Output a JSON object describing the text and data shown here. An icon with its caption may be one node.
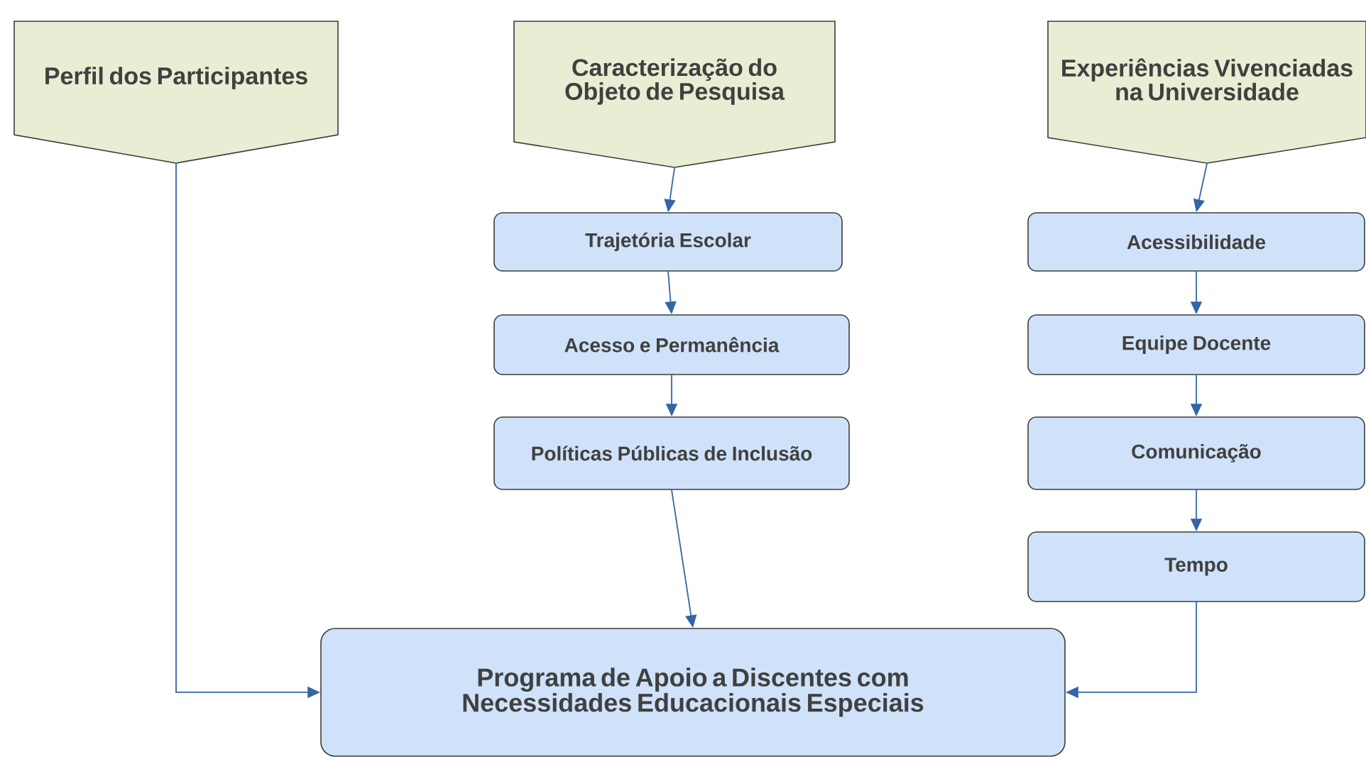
{
  "diagram": {
    "nodes": [
      {
        "text": [
          "Perfil dos Participantes"
        ]
      },
      {
        "text": [
          "Caracterização do Objeto de Pesquisa"
        ]
      },
      {
        "text": [
          "Experiências Vivenciadas na Universidade"
        ]
      },
      {
        "text": [
          "Trajetória Escolar"
        ]
      },
      {
        "text": [
          "Acesso e Permanência"
        ]
      },
      {
        "text": [
          "Políticas Públicas de Inclusão"
        ]
      },
      {
        "text": [
          "Acessibilidade"
        ]
      },
      {
        "text": [
          "Equipe Docente"
        ]
      },
      {
        "text": [
          "Comunicação"
        ]
      },
      {
        "text": [
          "Tempo"
        ]
      },
      {
        "text": [
          "Programa de Apoio a Discentes com Necessidades Educacionais Especiais"
        ]
      }
    ],
    "edges": [
      {
        "from": 0,
        "to": 10,
        "arrow": "to"
      },
      {
        "from": 1,
        "to": 3,
        "arrow": "to"
      },
      {
        "from": 3,
        "to": 4,
        "arrow": "to"
      },
      {
        "from": 4,
        "to": 5,
        "arrow": "to"
      },
      {
        "from": 5,
        "to": 10,
        "arrow": "to"
      },
      {
        "from": 2,
        "to": 6,
        "arrow": "to"
      },
      {
        "from": 6,
        "to": 7,
        "arrow": "to"
      },
      {
        "from": 7,
        "to": 8,
        "arrow": "to"
      },
      {
        "from": 8,
        "to": 9,
        "arrow": "to"
      },
      {
        "from": 9,
        "to": 10,
        "arrow": "to"
      }
    ]
  }
}
